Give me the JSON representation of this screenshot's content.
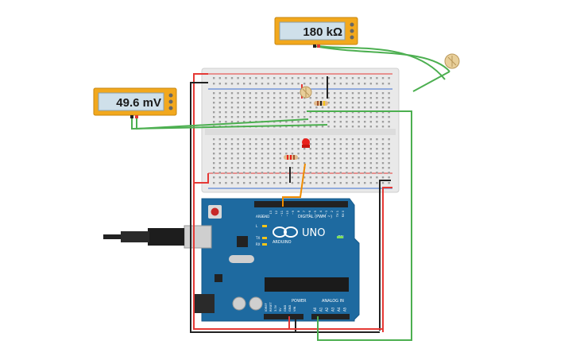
{
  "multimeters": {
    "top": {
      "reading": "180 kΩ"
    },
    "left": {
      "reading": "49.6 mV"
    }
  },
  "arduino": {
    "model": "UNO",
    "brand": "ARDUINO",
    "aref_label": "AREF",
    "gnd_label": "GND",
    "digital_label": "DIGITAL (PWM ~)",
    "power_label": "POWER",
    "analog_label": "ANALOG IN",
    "on_label": "ON",
    "l_label": "L",
    "tx_label": "TX",
    "rx_label": "RX",
    "ioref_label": "IOREF",
    "reset_label": "RESET",
    "v33_label": "3.3V",
    "v5_label": "5V",
    "gnd1_label": "GND",
    "gnd2_label": "GND",
    "vin_label": "VIN",
    "analog_pins": [
      "A0",
      "A1",
      "A2",
      "A3",
      "A4",
      "A5"
    ],
    "digital_pins": [
      "13",
      "12",
      "~11",
      "~10",
      "~9",
      "8",
      "7",
      "~6",
      "~5",
      "4",
      "~3",
      "2",
      "TX 1",
      "RX 0"
    ]
  },
  "colors": {
    "board": "#1e6aa0",
    "meter_frame": "#f2a81d",
    "wire_green": "#4caf50",
    "wire_red": "#e53935",
    "wire_black": "#222222",
    "wire_orange": "#f08c00",
    "led_red": "#e8201c"
  }
}
